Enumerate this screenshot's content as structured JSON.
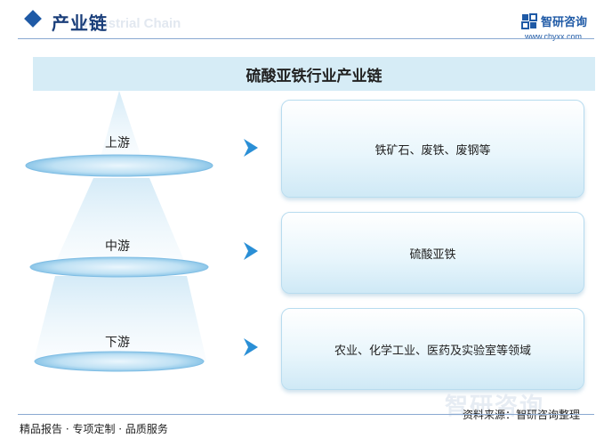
{
  "header": {
    "title": "产业链",
    "title_watermark": "Industrial Chain",
    "logo_icon": "zhiyan-logo-icon",
    "logo_name": "智研咨询",
    "logo_url": "www.chyxx.com"
  },
  "banner": {
    "title": "硫酸亚铁行业产业链"
  },
  "stages": [
    {
      "label": "上游",
      "content": "铁矿石、废铁、废钢等"
    },
    {
      "label": "中游",
      "content": "硫酸亚铁"
    },
    {
      "label": "下游",
      "content": "农业、化学工业、医药及实验室等领域"
    }
  ],
  "footer": {
    "left": "精品报告 · 专项定制 · 品质服务",
    "right": "资料来源：智研咨询整理"
  },
  "watermark": {
    "brand": "智研咨询"
  },
  "colors": {
    "brand_blue": "#1f5aa6",
    "banner_bg": "#d6ecf6",
    "arrow_blue": "#2a8fd6",
    "disc_blue": "#9fd2ee"
  }
}
